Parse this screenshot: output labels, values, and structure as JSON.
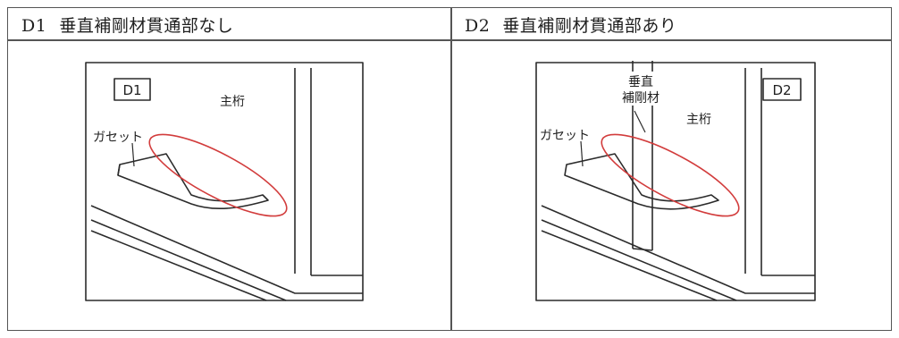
{
  "panels": [
    {
      "code": "D1",
      "title": "垂直補剛材貫通部なし",
      "tag": "D1",
      "labels": {
        "girder": "主桁",
        "gusset": "ガセット"
      }
    },
    {
      "code": "D2",
      "title": "垂直補剛材貫通部あり",
      "tag": "D2",
      "labels": {
        "girder": "主桁",
        "gusset": "ガセット",
        "stiffener_line1": "垂直",
        "stiffener_line2": "補剛材"
      }
    }
  ],
  "colors": {
    "line": "#2b2b2b",
    "highlight_ellipse": "#d23c3c",
    "border": "#555555"
  }
}
